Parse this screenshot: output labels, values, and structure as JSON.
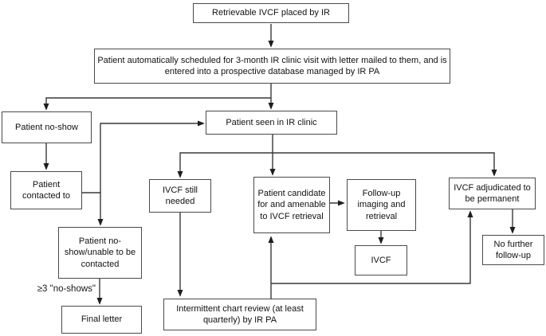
{
  "diagram_type": "flowchart",
  "nodes": {
    "retrievable": {
      "label": "Retrievable IVCF placed by IR"
    },
    "scheduled": {
      "label": "Patient automatically scheduled for 3-month IR clinic visit with letter mailed to them, and is entered into a prospective database managed by IR PA"
    },
    "patient_no_show": {
      "label": "Patient no-show"
    },
    "seen_in_clinic": {
      "label": "Patient seen in IR clinic"
    },
    "contacted": {
      "label": "Patient contacted to"
    },
    "unable_to_contact": {
      "label": "Patient no-show/unable to be contacted"
    },
    "final_letter": {
      "label": "Final letter"
    },
    "still_needed": {
      "label": "IVCF still needed"
    },
    "candidate": {
      "label": "Patient candidate for and amenable to IVCF retrieval"
    },
    "followup_imaging": {
      "label": "Follow-up imaging and retrieval"
    },
    "ivcf": {
      "label": "IVCF"
    },
    "adjudicated_permanent": {
      "label": "IVCF adjudicated to be permanent"
    },
    "no_further_followup": {
      "label": "No further follow-up"
    },
    "chart_review": {
      "label": "Intermittent chart review (at least quarterly) by IR PA"
    }
  },
  "labels": {
    "ge3_noshows": "≥3 \"no-shows\""
  },
  "edges": [
    {
      "from": "retrievable",
      "to": "scheduled"
    },
    {
      "from": "scheduled",
      "to": "patient_no_show"
    },
    {
      "from": "scheduled",
      "to": "seen_in_clinic"
    },
    {
      "from": "patient_no_show",
      "to": "contacted"
    },
    {
      "from": "contacted",
      "to": "seen_in_clinic"
    },
    {
      "from": "contacted",
      "to": "unable_to_contact"
    },
    {
      "from": "unable_to_contact",
      "to": "final_letter",
      "label": "≥3 \"no-shows\""
    },
    {
      "from": "seen_in_clinic",
      "to": "still_needed"
    },
    {
      "from": "seen_in_clinic",
      "to": "candidate"
    },
    {
      "from": "seen_in_clinic",
      "to": "adjudicated_permanent"
    },
    {
      "from": "candidate",
      "to": "followup_imaging"
    },
    {
      "from": "followup_imaging",
      "to": "ivcf"
    },
    {
      "from": "adjudicated_permanent",
      "to": "no_further_followup"
    },
    {
      "from": "still_needed",
      "to": "chart_review"
    },
    {
      "from": "chart_review",
      "to": "candidate"
    },
    {
      "from": "chart_review",
      "to": "adjudicated_permanent"
    }
  ],
  "colors": {
    "background": "#ffffff",
    "box_border": "#4a4a4a",
    "line": "#383838",
    "text": "#111111"
  }
}
